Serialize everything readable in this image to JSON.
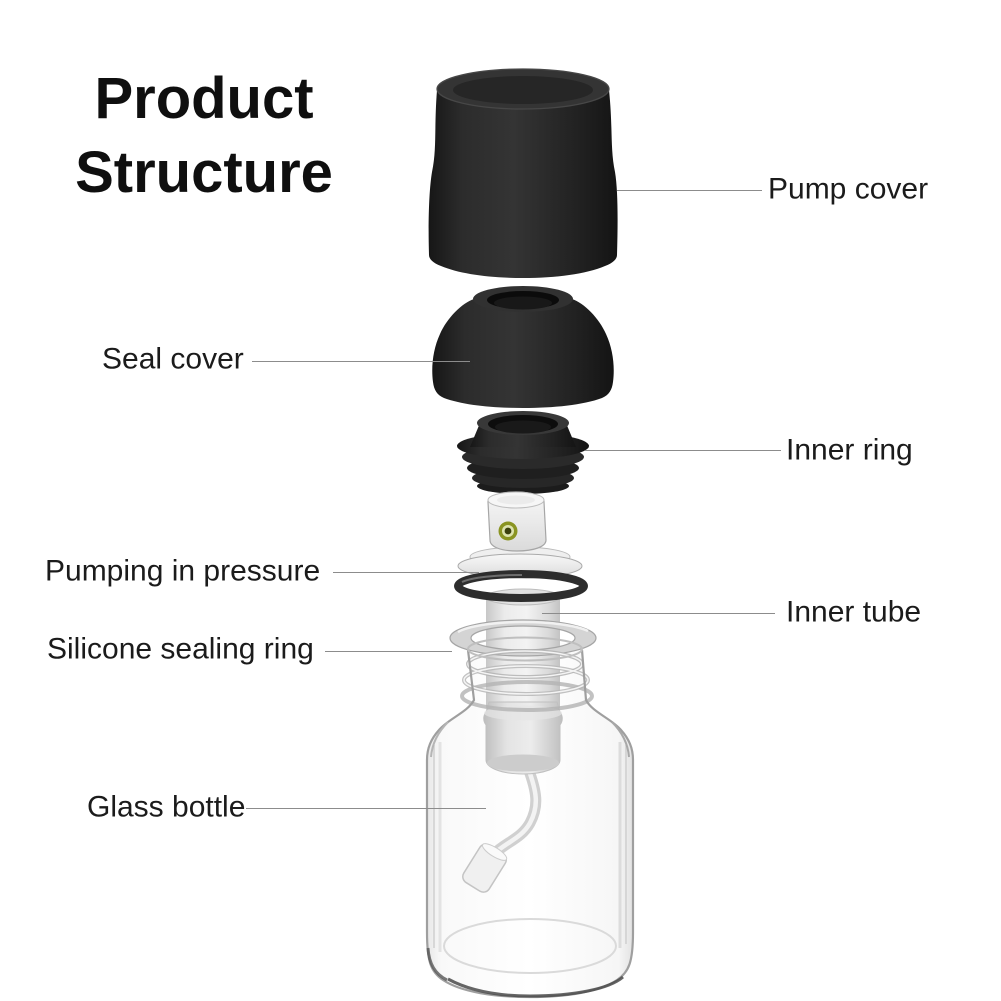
{
  "page": {
    "background": "#ffffff"
  },
  "title": {
    "line1": "Product",
    "line2": "Structure"
  },
  "labels": {
    "pump_cover": "Pump cover",
    "seal_cover": "Seal cover",
    "inner_ring": "Inner ring",
    "pumping_in_pressure": "Pumping in pressure",
    "inner_tube": "Inner tube",
    "silicone_sealing_ring": "Silicone sealing ring",
    "glass_bottle": "Glass bottle"
  },
  "diagram": {
    "type": "exploded-view",
    "parts": [
      "pump cover",
      "seal cover",
      "inner ring",
      "spray pump head",
      "inner tube",
      "silicone sealing ring",
      "glass bottle",
      "dip tube with weighted filter"
    ],
    "colors": {
      "plastic_black": "#242424",
      "nozzle_accent": "#8a9422",
      "frosted_plastic": "#e3e3e3",
      "silicone_gray": "#d4d4d4",
      "glass_edge": "#9f9f9f",
      "leader_line": "#8c8c8c",
      "text": "#1b1b1b"
    }
  }
}
